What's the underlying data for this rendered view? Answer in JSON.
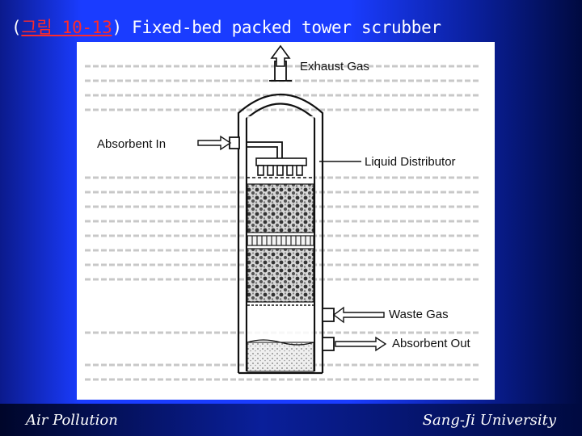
{
  "slide": {
    "title_prefix": "(",
    "title_highlight": "그림 10-13",
    "title_rest": ") Fixed-bed packed tower scrubber"
  },
  "diagram": {
    "labels": {
      "exhaust_gas": "Exhaust Gas",
      "absorbent_in": "Absorbent In",
      "liquid_distributor": "Liquid Distributor",
      "waste_gas": "Waste Gas",
      "absorbent_out": "Absorbent Out"
    }
  },
  "footer": {
    "left": "Air Pollution",
    "right": "Sang-Ji University"
  }
}
